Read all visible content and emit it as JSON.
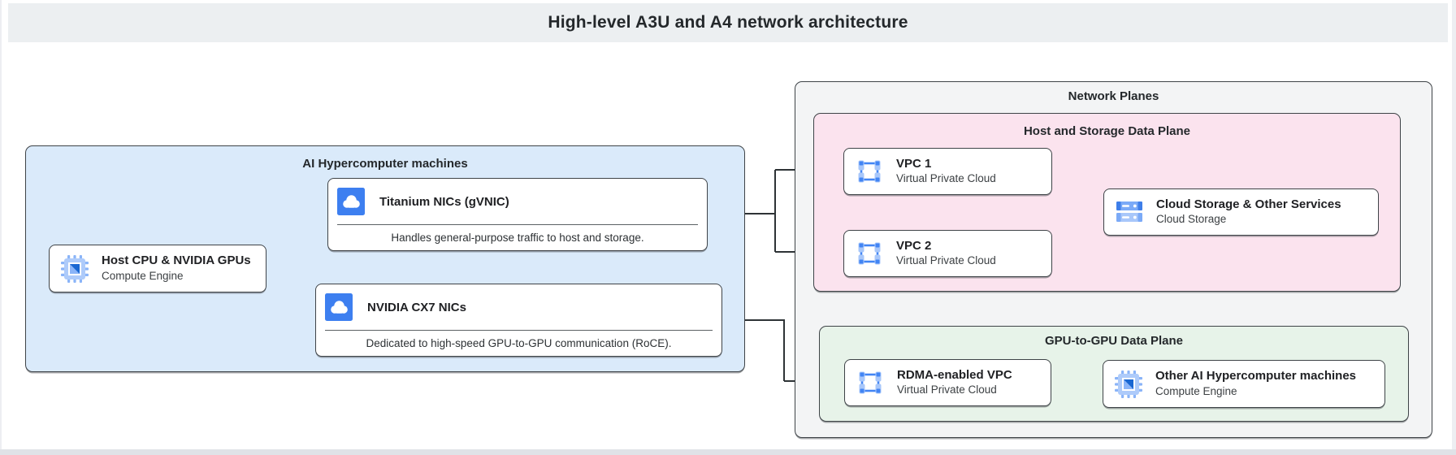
{
  "header": {
    "title": "High-level A3U and A4 network architecture"
  },
  "machines_container": {
    "label": "AI Hypercomputer machines",
    "host": {
      "icon": "compute-engine-chip-icon",
      "title": "Host CPU & NVIDIA GPUs",
      "subtitle": "Compute Engine"
    },
    "titanium_nic": {
      "icon": "cloud-nic-icon",
      "title": "Titanium NICs (gVNIC)",
      "description": "Handles general-purpose traffic to host and storage."
    },
    "cx7_nic": {
      "icon": "cloud-nic-icon",
      "title": "NVIDIA CX7 NICs",
      "description": "Dedicated to high-speed GPU-to-GPU communication (RoCE)."
    }
  },
  "network_planes": {
    "label": "Network Planes",
    "host_storage_plane": {
      "label": "Host and Storage Data Plane",
      "vpc1": {
        "icon": "vpc-icon",
        "title": "VPC 1",
        "subtitle": "Virtual Private Cloud"
      },
      "vpc2": {
        "icon": "vpc-icon",
        "title": "VPC 2",
        "subtitle": "Virtual Private Cloud"
      },
      "cloud_storage": {
        "icon": "cloud-storage-icon",
        "title": "Cloud Storage & Other Services",
        "subtitle": "Cloud Storage"
      }
    },
    "gpu_plane": {
      "label": "GPU-to-GPU Data Plane",
      "rdma_vpc": {
        "icon": "vpc-icon",
        "title": "RDMA-enabled VPC",
        "subtitle": "Virtual Private Cloud"
      },
      "other_machines": {
        "icon": "compute-engine-chip-icon",
        "title": "Other AI Hypercomputer machines",
        "subtitle": "Compute Engine"
      }
    }
  },
  "connections": [
    {
      "from": "host",
      "to": "titanium_nic"
    },
    {
      "from": "host",
      "to": "cx7_nic"
    },
    {
      "from": "titanium_nic",
      "to": "vpc1"
    },
    {
      "from": "titanium_nic",
      "to": "vpc2"
    },
    {
      "from": "cx7_nic",
      "to": "rdma_vpc"
    },
    {
      "from": "vpc1",
      "to": "cloud_storage"
    },
    {
      "from": "vpc2",
      "to": "cloud_storage"
    },
    {
      "from": "rdma_vpc",
      "to": "other_machines"
    }
  ],
  "colors": {
    "header_bg": "#eceff1",
    "machines_bg": "#daeafa",
    "network_planes_bg": "#f3f4f5",
    "host_storage_plane_bg": "#fbe3ee",
    "gpu_plane_bg": "#e7f3e9",
    "node_border": "#3e4347",
    "connector": "#2e3336",
    "icon_blue": "#4285f4",
    "icon_blue_dark": "#1967d2",
    "icon_blue_light": "#a8c7fa"
  }
}
